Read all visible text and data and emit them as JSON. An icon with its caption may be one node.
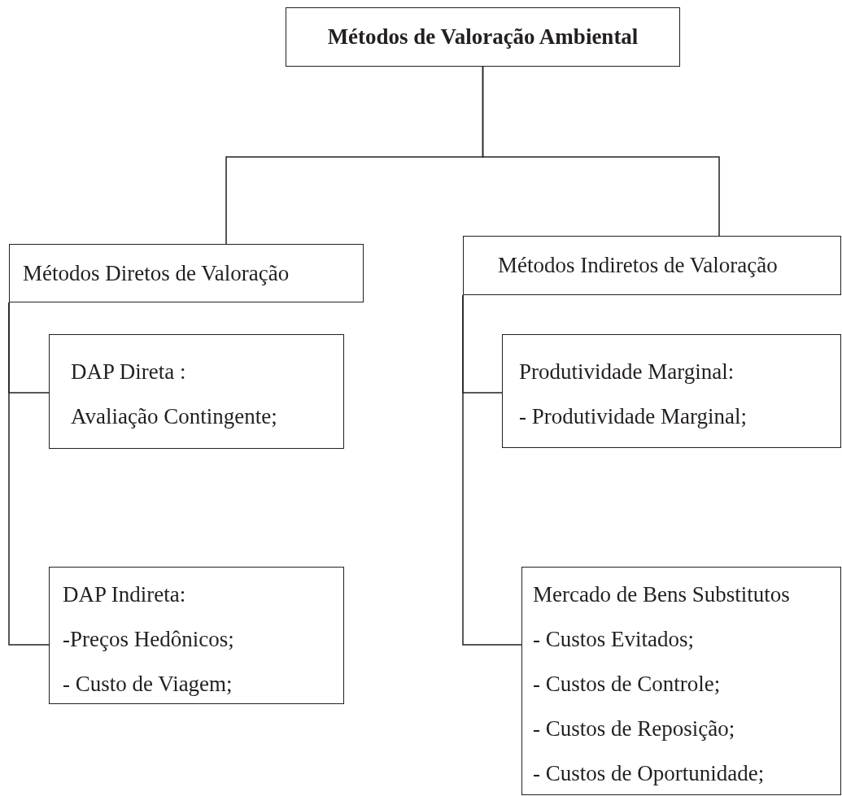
{
  "diagram": {
    "nodes": [
      {
        "text": [
          "Métodos de Valoração Ambiental"
        ]
      },
      {
        "text": [
          "Métodos Diretos de Valoração"
        ]
      },
      {
        "text": [
          "Métodos Indiretos de Valoração"
        ]
      },
      {
        "text": [
          "DAP Direta :",
          "Avaliação Contingente;"
        ]
      },
      {
        "text": [
          "DAP Indireta:",
          "-Preços Hedônicos;",
          "- Custo de Viagem;"
        ]
      },
      {
        "text": [
          "Produtividade Marginal:",
          "- Produtividade Marginal;"
        ]
      },
      {
        "text": [
          "Mercado de Bens Substitutos",
          "- Custos Evitados;",
          "- Custos de Controle;",
          "- Custos de Reposição;",
          "- Custos de Oportunidade;"
        ]
      }
    ],
    "edges": [
      {
        "from": 0,
        "to": 1,
        "arrow": "none"
      },
      {
        "from": 0,
        "to": 2,
        "arrow": "none"
      },
      {
        "from": 1,
        "to": 3,
        "arrow": "none"
      },
      {
        "from": 1,
        "to": 4,
        "arrow": "none"
      },
      {
        "from": 2,
        "to": 5,
        "arrow": "none"
      },
      {
        "from": 2,
        "to": 6,
        "arrow": "none"
      }
    ]
  }
}
